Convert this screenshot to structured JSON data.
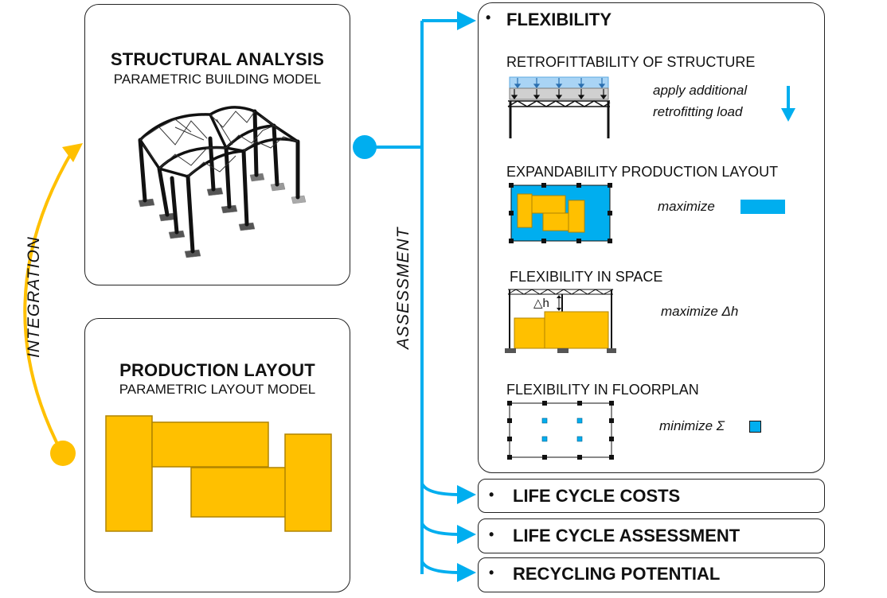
{
  "colors": {
    "accent_blue": "#00aeef",
    "accent_yellow": "#ffc000",
    "stroke": "#222222"
  },
  "structural": {
    "title": "STRUCTURAL ANALYSIS",
    "subtitle": "PARAMETRIC BUILDING MODEL"
  },
  "production": {
    "title": "PRODUCTION LAYOUT",
    "subtitle": "PARAMETRIC LAYOUT MODEL"
  },
  "integration_label": "INTEGRATION",
  "assessment_label": "ASSESSMENT",
  "flexibility": {
    "bullet": "•",
    "title": "FLEXIBILITY",
    "criteria": [
      {
        "label": "RETROFITTABILITY OF STRUCTURE",
        "action_line1": "apply additional",
        "action_line2": "retrofitting load",
        "icon": "down-arrow-icon"
      },
      {
        "label": "EXPANDABILITY PRODUCTION LAYOUT",
        "action": "maximize",
        "icon": "blue-rectangle-icon"
      },
      {
        "label": "FLEXIBILITY IN SPACE",
        "action": "maximize Δh",
        "delta_label": "△h"
      },
      {
        "label": "FLEXIBILITY IN FLOORPLAN",
        "action": "minimize Σ",
        "icon": "blue-square-icon"
      }
    ]
  },
  "other_criteria": [
    {
      "bullet": "•",
      "label": "LIFE CYCLE COSTS"
    },
    {
      "bullet": "•",
      "label": "LIFE CYCLE ASSESSMENT"
    },
    {
      "bullet": "•",
      "label": "RECYCLING POTENTIAL"
    }
  ]
}
